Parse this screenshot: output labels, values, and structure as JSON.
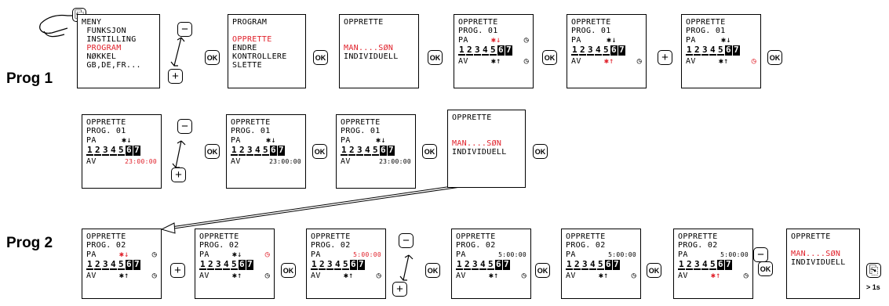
{
  "labels": {
    "prog1": "Prog 1",
    "prog2": "Prog 2",
    "hold": "> 1s"
  },
  "buttons": {
    "ok": "OK",
    "minus": "−",
    "plus": "+"
  },
  "menu": {
    "items": [
      "MENY",
      " FUNKSJON",
      " INSTILLING",
      " PROGRAM",
      " NØKKEL",
      " GB,DE,FR..."
    ],
    "selected": 3
  },
  "program_menu": {
    "items": [
      "PROGRAM",
      "",
      "OPPRETTE",
      "ENDRE",
      "KONTROLLERE",
      "SLETTE"
    ],
    "selected": 2
  },
  "opprette": {
    "title": "OPPRETTE",
    "line1": "MAN....SØN",
    "line2": "INDIVIDUELL"
  },
  "prog_screen": {
    "title": "OPPRETTE",
    "prog1": "PROG. 01",
    "prog2": "PROG. 02",
    "pa": "PA",
    "av": "AV",
    "days": [
      "1",
      "2",
      "3",
      "4",
      "5",
      "6",
      "7"
    ],
    "time_off": "23:00:00",
    "time_on": "5:00:00"
  },
  "colors": {
    "highlight": "#e0202a"
  }
}
